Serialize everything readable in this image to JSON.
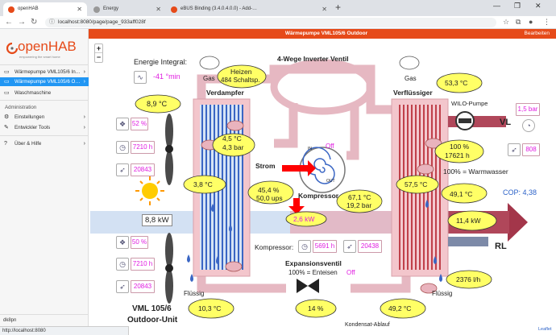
{
  "browser": {
    "tabs": [
      {
        "title": "openHAB",
        "favicon_color": "#e64a19",
        "active": true
      },
      {
        "title": "Energy",
        "favicon_color": "#888888",
        "active": false
      },
      {
        "title": "eBUS Binding (3.4.0.4.0.0) - Add-…",
        "favicon_color": "#e64a19",
        "active": false
      }
    ],
    "new_tab": "+",
    "url": "localhost:8080/page/page_933aff028f",
    "url_hover": "http://localhost:8080"
  },
  "header": {
    "title": "Wärmepumpe VML105/6 Outdoor",
    "edit_label": "Bearbeiten"
  },
  "sidebar": {
    "logo": "openHAB",
    "logo_sub": "empowering the smart home",
    "items": [
      {
        "label": "Wärmepumpe VML105/6 In…",
        "active": false
      },
      {
        "label": "Wärmepumpe VML105/6 O…",
        "active": true
      },
      {
        "label": "Waschmaschine",
        "active": false
      }
    ],
    "admin_header": "Administration",
    "admin_items": [
      {
        "label": "Einstellungen"
      },
      {
        "label": "Entwickler Tools"
      },
      {
        "label": "Über & Hilfe"
      }
    ],
    "user": "dk8pn"
  },
  "diagram": {
    "energy_integral_label": "Energie Integral:",
    "energy_integral_value": "-41 °min",
    "heizen_line1": "Heizen",
    "heizen_line2": "484  Schaltsp.",
    "gas_left": "Gas",
    "gas_right": "Gas",
    "valve_title": "4-Wege Inverter Ventil",
    "verdampfer": "Verdampfer",
    "verfluessiger": "Verflüssiger",
    "temp_outdoor_top": "8,9 °C",
    "fan_percent_top": "52 %",
    "fan_hours_top": "7210 h",
    "fan_starts_top": "20843",
    "evap_pressure_line1": "4,5 °C",
    "evap_pressure_line2": "4,3 bar",
    "evap_temp": "3,8 °C",
    "compressor_in": "IN",
    "compressor_out": "OUT",
    "compressor_off": "Off",
    "strom_label": "Strom",
    "compressor_label": "Kompressor",
    "comp_stats_line1": "45,4 %",
    "comp_stats_line2": "50,0 ups",
    "hp_line1": "67,1 °C",
    "hp_line2": "19,2 bar",
    "cond_temp": "57,5 °C",
    "temp_right_top": "53,3 °C",
    "wilo_label": "WILO-Pumpe",
    "vl_label": "VL",
    "vl_pressure": "1,5 bar",
    "pump_line1": "100 %",
    "pump_line2": "17621 h",
    "pump_starts": "808",
    "warmwasser": "100% = Warmwasser",
    "temp_vl": "49,1 °C",
    "cop": "COP:  4,38",
    "input_power": "8,8 kW",
    "electric_power": "2,6 kW",
    "heat_power": "11,4 kW",
    "fan_percent_bottom": "50 %",
    "fan_hours_bottom": "7210 h",
    "fan_starts_bottom": "20843",
    "kompressor_label2": "Kompressor:",
    "comp_hours": "5691 h",
    "comp_starts": "20438",
    "rl_label": "RL",
    "flow": "2376 l/h",
    "expansion_label": "Expansionsventil",
    "expansion_sub": "100% = Enteisen",
    "expansion_off": "Off",
    "fluessig_left": "Flüssig",
    "fluessig_right": "Flüssig",
    "unit_line1": "VML 105/6",
    "unit_line2": "Outdoor-Unit",
    "temp_bottom_left": "10,3 °C",
    "valve_percent": "14 %",
    "temp_bottom_right": "49,2 °C",
    "condensate": "Kondensat-Ablauf",
    "leaflet": "Leaflet"
  },
  "colors": {
    "accent": "#e64a19",
    "sidebar_active": "#2196f3",
    "value_pink": "#e01ce0",
    "bubble_yellow": "#ffff66",
    "pipe_pink": "#e6b8c2",
    "arrow_red": "#ff0000"
  }
}
